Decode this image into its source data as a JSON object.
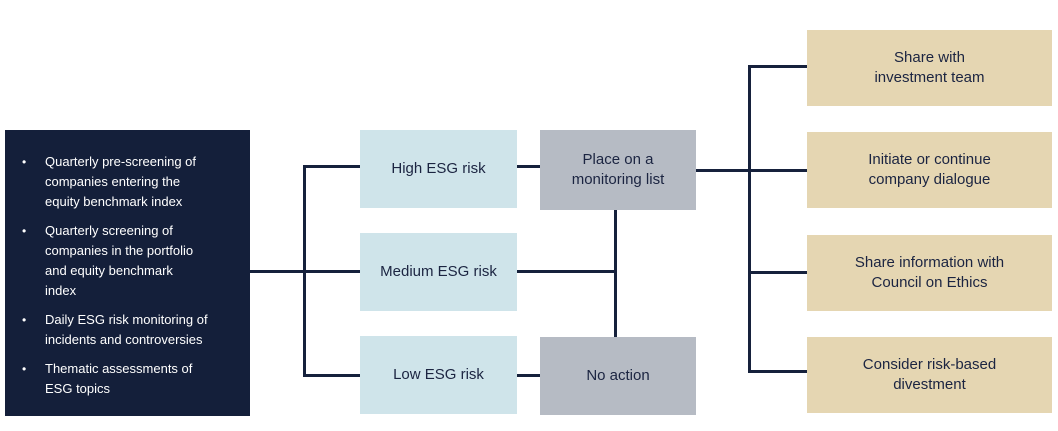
{
  "colors": {
    "panel_navy": "#141f3a",
    "risk_blue": "#cfe4ea",
    "action_gray": "#b6bbc4",
    "outcome_tan": "#e5d6b2",
    "line_navy": "#16213c",
    "text_dark": "#1b2441",
    "text_light": "#ffffff"
  },
  "screening_panel": {
    "items": [
      {
        "marker": "•",
        "text": "Quarterly pre-screening of\ncompanies entering the\nequity benchmark index"
      },
      {
        "marker": "•",
        "text": "Quarterly screening of\ncompanies in the portfolio\nand equity benchmark\nindex"
      },
      {
        "marker": "•",
        "text": "Daily ESG risk monitoring of\nincidents and controversies"
      },
      {
        "marker": "•",
        "text": "Thematic assessments of\nESG topics"
      }
    ]
  },
  "risk_boxes": [
    {
      "label": "High ESG risk"
    },
    {
      "label": "Medium ESG risk"
    },
    {
      "label": "Low ESG risk"
    }
  ],
  "action_boxes": [
    {
      "label": "Place on a\nmonitoring list"
    },
    {
      "label": "No action"
    }
  ],
  "outcome_boxes": [
    {
      "label": "Share with\ninvestment team"
    },
    {
      "label": "Initiate or continue\ncompany dialogue"
    },
    {
      "label": "Share information with\nCouncil on Ethics"
    },
    {
      "label": "Consider risk-based\ndivestment"
    }
  ]
}
